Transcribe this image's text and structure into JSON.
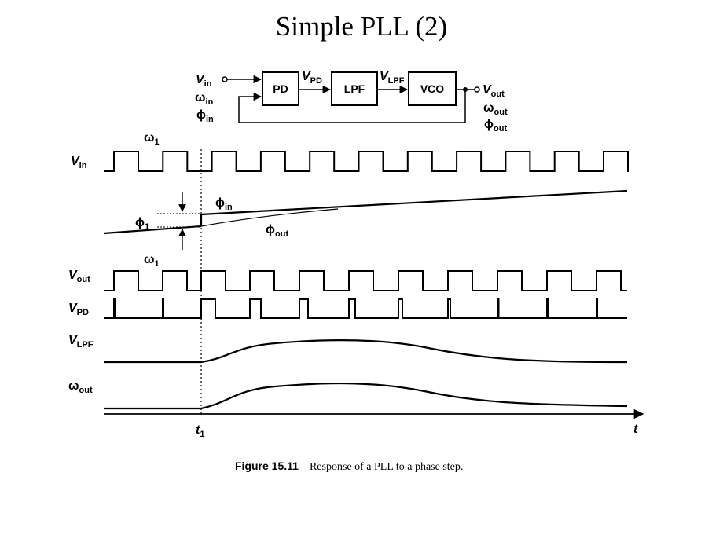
{
  "title": "Simple PLL (2)",
  "block_diagram": {
    "inputs": {
      "vin": "V",
      "vin_sub": "in",
      "win": "ω",
      "win_sub": "in",
      "phin": "ϕ",
      "phin_sub": "in"
    },
    "blocks": [
      "PD",
      "LPF",
      "VCO"
    ],
    "signals": {
      "vpd": "V",
      "vpd_sub": "PD",
      "vlpf": "V",
      "vlpf_sub": "LPF"
    },
    "outputs": {
      "vout": "V",
      "vout_sub": "out",
      "wout": "ω",
      "wout_sub": "out",
      "phout": "ϕ",
      "phout_sub": "out"
    }
  },
  "timing": {
    "omega1_top": "ω",
    "omega1_top_sub": "1",
    "row_vin": "V",
    "row_vin_sub": "in",
    "phi_in": "ϕ",
    "phi_in_sub": "in",
    "phi_1": "ϕ",
    "phi_1_sub": "1",
    "phi_out": "ϕ",
    "phi_out_sub": "out",
    "omega1_mid": "ω",
    "omega1_mid_sub": "1",
    "row_vout": "V",
    "row_vout_sub": "out",
    "row_vpd": "V",
    "row_vpd_sub": "PD",
    "row_vlpf": "V",
    "row_vlpf_sub": "LPF",
    "row_wout": "ω",
    "row_wout_sub": "out",
    "t1": "t",
    "t1_sub": "1",
    "t_axis": "t"
  },
  "caption": {
    "figure": "Figure 15.11",
    "text": "Response of a PLL to a phase step."
  },
  "colors": {
    "ink": "#000000",
    "background": "#ffffff"
  }
}
